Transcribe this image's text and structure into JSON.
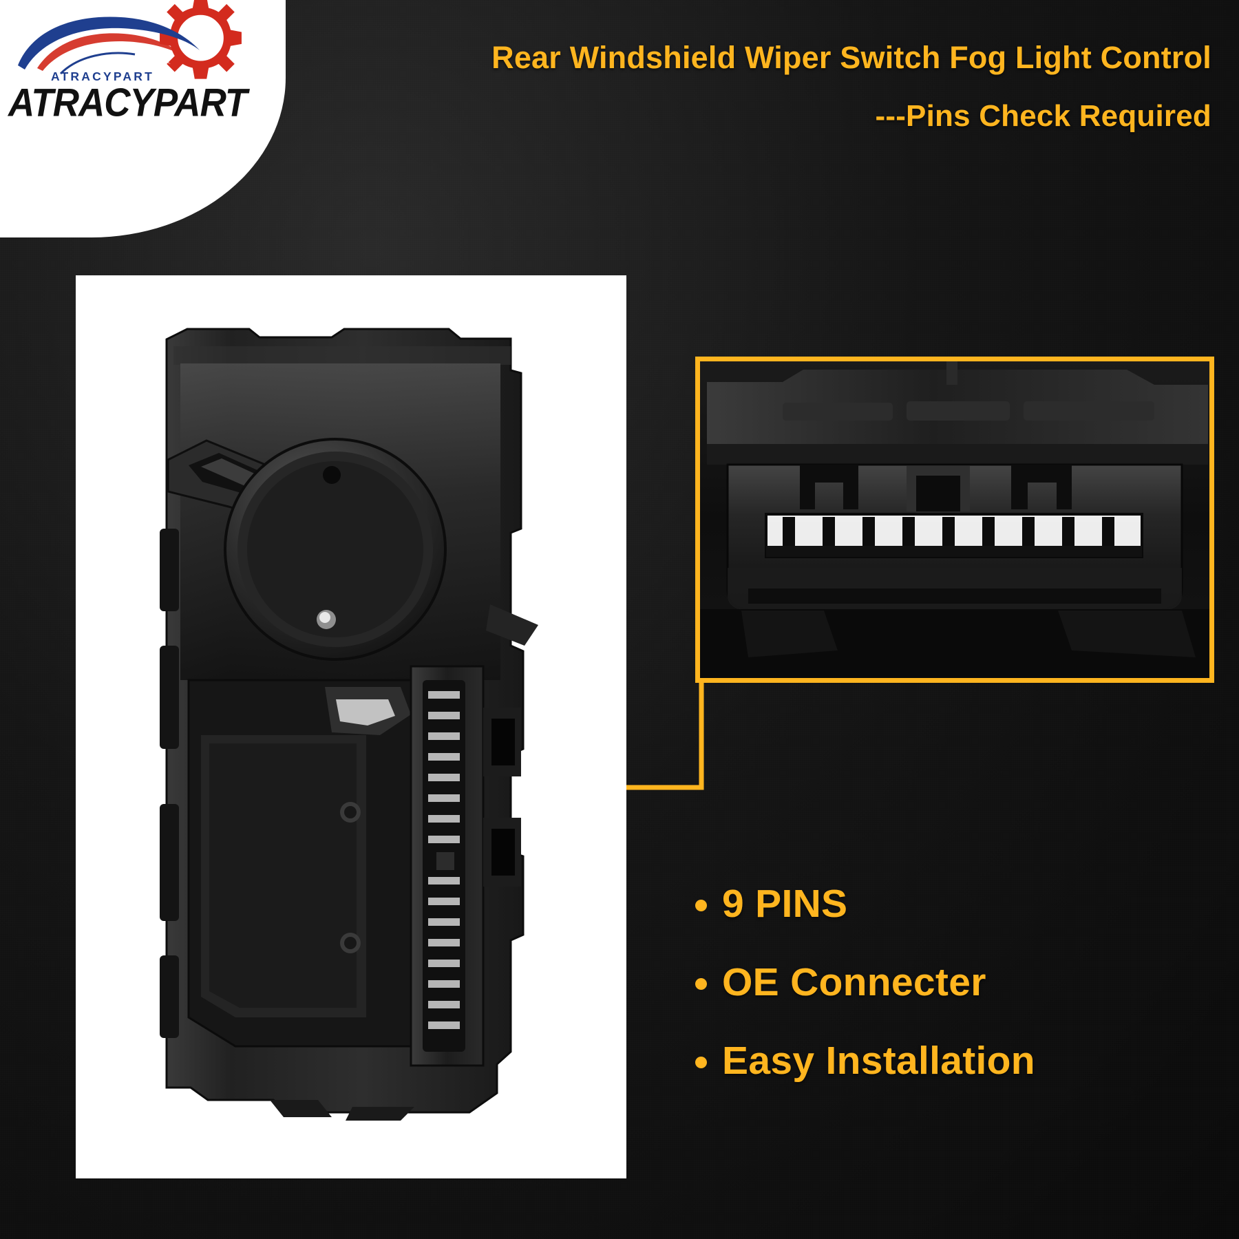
{
  "brand": {
    "name": "ATRACYPART",
    "tagline": "ATRACYPART",
    "logo_icon": "car-swoosh-gear-logo",
    "colors": {
      "blue": "#1f3f8f",
      "red": "#d32b1e",
      "dark": "#111111",
      "badge_bg": "#ffffff"
    }
  },
  "header": {
    "title": "Rear Windshield Wiper Switch Fog Light Control",
    "subtitle": "---Pins Check Required",
    "accent_color": "#ffb51f"
  },
  "main_photo": {
    "alt": "Rear windshield wiper switch fog light control module, rear three-quarter view",
    "background": "#ffffff"
  },
  "inset_photo": {
    "alt": "Close-up of the OE electrical connector showing the pin terminals",
    "border_color": "#ffb51f"
  },
  "features": [
    {
      "label": "9 PINS"
    },
    {
      "label": "OE Connecter"
    },
    {
      "label": "Easy Installation"
    }
  ]
}
